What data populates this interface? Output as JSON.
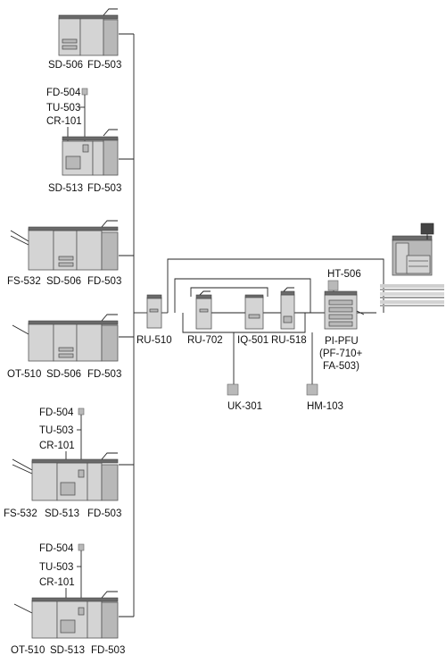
{
  "configs": [
    {
      "labels": [
        "SD-506",
        "FD-503"
      ]
    },
    {
      "options": [
        "FD-504",
        "TU-503",
        "CR-101"
      ],
      "labels": [
        "SD-513",
        "FD-503"
      ]
    },
    {
      "labels": [
        "FS-532",
        "SD-506",
        "FD-503"
      ]
    },
    {
      "labels": [
        "OT-510",
        "SD-506",
        "FD-503"
      ]
    },
    {
      "options": [
        "FD-504",
        "TU-503",
        "CR-101"
      ],
      "labels": [
        "FS-532",
        "SD-513",
        "FD-503"
      ]
    },
    {
      "options": [
        "FD-504",
        "TU-503",
        "CR-101"
      ],
      "labels": [
        "OT-510",
        "SD-513",
        "FD-503"
      ]
    }
  ],
  "middle": {
    "ru510": "RU-510",
    "ru702": "RU-702",
    "iq501": "IQ-501",
    "ru518": "RU-518",
    "uk301": "UK-301",
    "hm103": "HM-103",
    "ht506": "HT-506",
    "pipfu": [
      "PI-PFU",
      "(PF-710+",
      "FA-503)"
    ]
  }
}
